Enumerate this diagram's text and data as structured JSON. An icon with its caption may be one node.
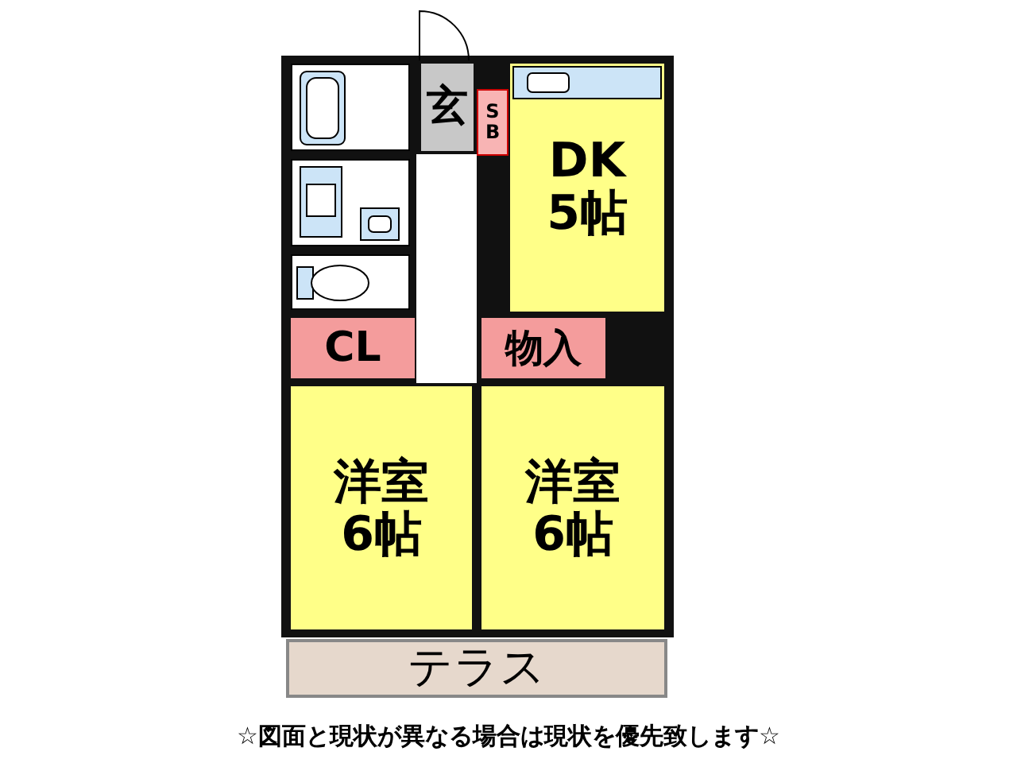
{
  "diagram": {
    "caption": "☆図面と現状が異なる場合は現状を優先致します☆",
    "nodes": [
      {
        "text": [],
        "shape": "box"
      },
      {
        "text": [
          "玄"
        ]
      },
      {
        "text": [
          "S B"
        ]
      },
      {
        "text": [
          "DK",
          "5帖"
        ]
      },
      {
        "text": [],
        "shape": "box"
      },
      {
        "text": [],
        "shape": "box"
      },
      {
        "text": [
          "CL"
        ]
      },
      {
        "text": [
          "物入"
        ]
      },
      {
        "text": [
          "洋室",
          "6帖"
        ]
      },
      {
        "text": [
          "洋室",
          "6帖"
        ]
      },
      {
        "text": [
          "テラス"
        ]
      }
    ],
    "edges": []
  }
}
